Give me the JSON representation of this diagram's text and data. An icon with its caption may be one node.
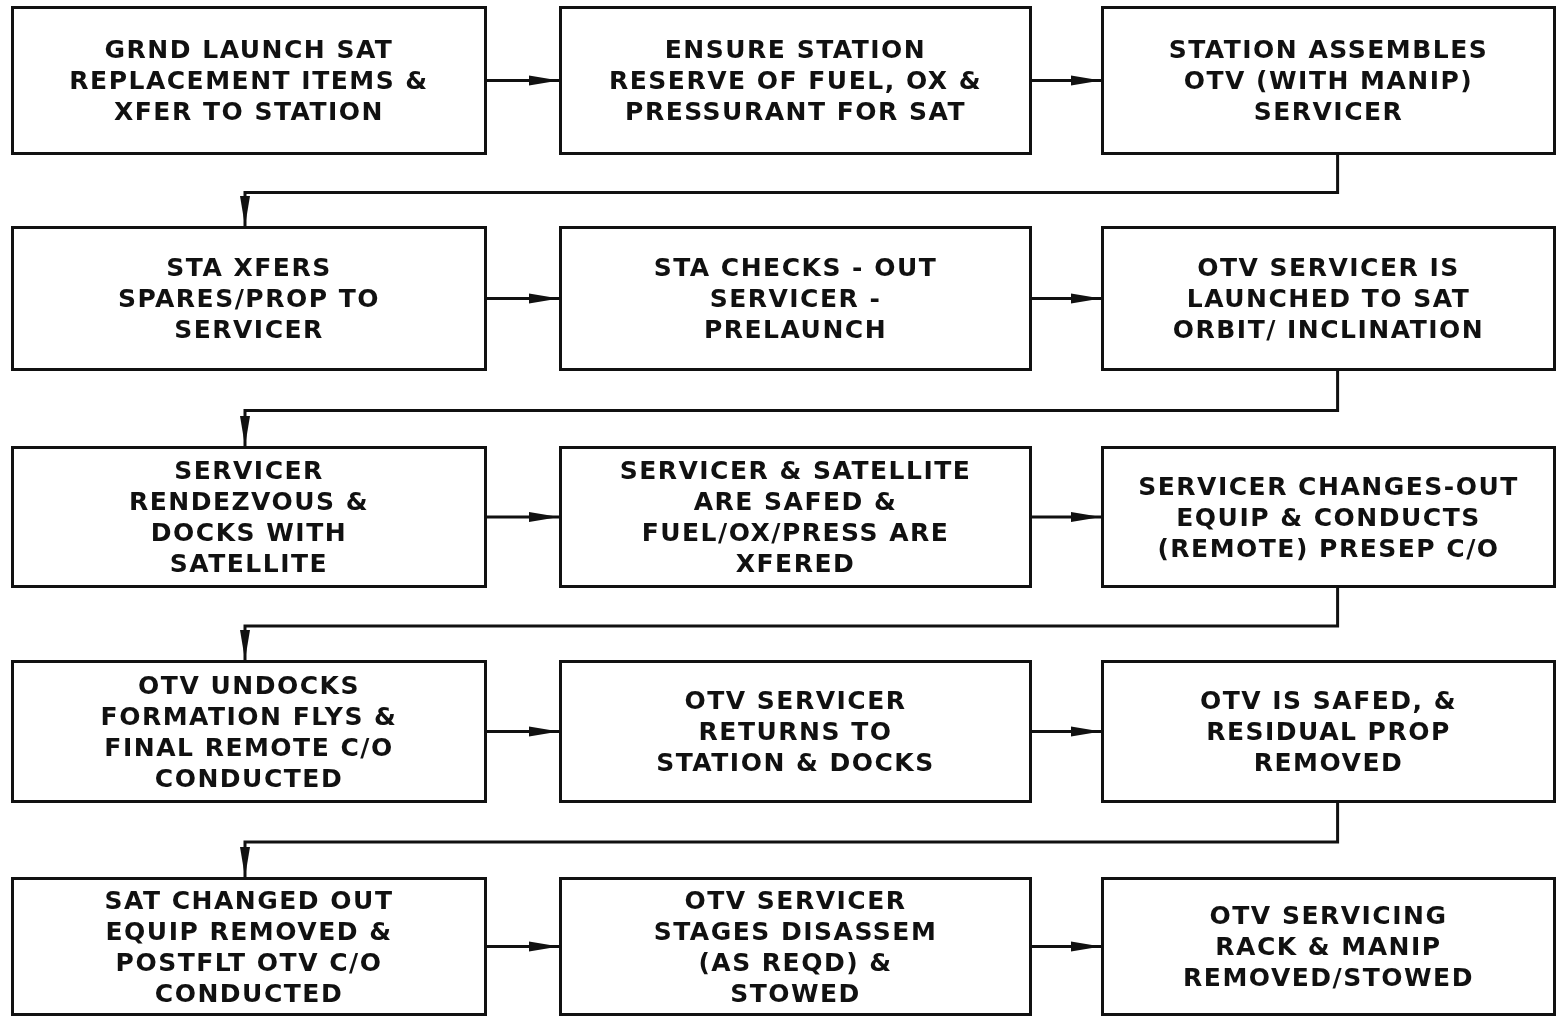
{
  "diagram": {
    "nodes": [
      {
        "text": [
          "GRND LAUNCH SAT REPLACEMENT ITEMS & XFER TO STATION"
        ]
      },
      {
        "text": [
          "ENSURE STATION RESERVE OF FUEL, OX & PRESSURANT FOR SAT"
        ]
      },
      {
        "text": [
          "STATION ASSEMBLES OTV (WITH MANIP) SERVICER"
        ]
      },
      {
        "text": [
          "STA XFERS SPARES/PROP TO SERVICER"
        ]
      },
      {
        "text": [
          "STA CHECKS - OUT SERVICER - PRELAUNCH"
        ]
      },
      {
        "text": [
          "OTV SERVICER IS LAUNCHED TO SAT ORBIT/ INCLINATION"
        ]
      },
      {
        "text": [
          "SERVICER RENDEZVOUS & DOCKS WITH SATELLITE"
        ]
      },
      {
        "text": [
          "SERVICER & SATELLITE ARE SAFED & FUEL/OX/PRESS ARE XFERED"
        ]
      },
      {
        "text": [
          "SERVICER CHANGES-OUT EQUIP & CONDUCTS (REMOTE) PRESEP C/O"
        ]
      },
      {
        "text": [
          "OTV UNDOCKS FORMATION FLYS & FINAL REMOTE C/O CONDUCTED"
        ]
      },
      {
        "text": [
          "OTV SERVICER RETURNS TO STATION & DOCKS"
        ]
      },
      {
        "text": [
          "OTV IS SAFED, & RESIDUAL PROP REMOVED"
        ]
      },
      {
        "text": [
          "SAT CHANGED OUT EQUIP REMOVED & POSTFLT OTV C/O CONDUCTED"
        ]
      },
      {
        "text": [
          "OTV SERVICER STAGES DISASSEM (AS REQD) & STOWED"
        ]
      },
      {
        "text": [
          "OTV SERVICING RACK & MANIP REMOVED/STOWED"
        ]
      }
    ],
    "edges": [
      {
        "from": 0,
        "to": 1,
        "arrow": "to"
      },
      {
        "from": 1,
        "to": 2,
        "arrow": "to"
      },
      {
        "from": 2,
        "to": 3,
        "arrow": "to"
      },
      {
        "from": 3,
        "to": 4,
        "arrow": "to"
      },
      {
        "from": 4,
        "to": 5,
        "arrow": "to"
      },
      {
        "from": 5,
        "to": 6,
        "arrow": "to"
      },
      {
        "from": 6,
        "to": 7,
        "arrow": "to"
      },
      {
        "from": 7,
        "to": 8,
        "arrow": "to"
      },
      {
        "from": 8,
        "to": 9,
        "arrow": "to"
      },
      {
        "from": 9,
        "to": 10,
        "arrow": "to"
      },
      {
        "from": 10,
        "to": 11,
        "arrow": "to"
      },
      {
        "from": 11,
        "to": 12,
        "arrow": "to"
      },
      {
        "from": 12,
        "to": 13,
        "arrow": "to"
      },
      {
        "from": 13,
        "to": 14,
        "arrow": "to"
      }
    ]
  }
}
